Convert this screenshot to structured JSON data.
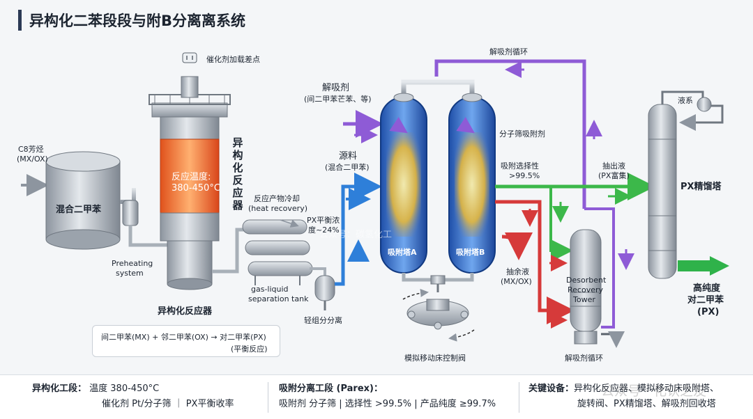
{
  "title": "异构化二苯段段与附B分离离系统",
  "labels": {
    "catalyst_point": "催化剂加载差点",
    "c8_line1": "C8芳烃",
    "c8_line2": "(MX/OX)",
    "mix_tank": "混合二甲苯",
    "preheat_line1": "Preheating",
    "preheat_line2": "system",
    "reactor_temp_line1": "反应温度:",
    "reactor_temp_line2": "380-450°C",
    "reactor_vertical": "异构化反应器",
    "reactor_caption": "异构化反应器",
    "cooling_line1": "反应产物冷却",
    "cooling_line2": "(heat recovery)",
    "px_equil_line1": "PX平衡浓",
    "px_equil_line2": "度~24%",
    "gl_line1": "gas-liquid",
    "gl_line2": "separation tank",
    "light_sep": "轻组分分离",
    "feed_line1": "源料",
    "feed_line2": "(混合二甲苯)",
    "desorbent_line1": "解吸剂",
    "desorbent_line2": "(间二甲苯芒苯、等)",
    "tower_a": "吸附塔A",
    "tower_b": "吸附塔B",
    "sieve": "分子筛吸附剂",
    "selectivity_line1": "吸附选择性",
    "selectivity_line2": ">99.5%",
    "raffinate_line1": "抽余液",
    "raffinate_line2": "(MX/OX)",
    "smb_valve": "模拟移动床控制阀",
    "desorbent_cycle_top": "解吸剂循环",
    "desorbent_cycle_bottom": "解吸剂循环",
    "extract_line1": "抽出液",
    "extract_line2": "(PX富集)",
    "recovery_line1": "Desorbent",
    "recovery_line2": "Recovery",
    "recovery_line3": "Tower",
    "reflux": "液系",
    "px_column": "PX精馏塔",
    "product_line1": "高纯度",
    "product_line2": "对二甲苯",
    "product_line3": "(PX)",
    "eq_line1": "间二甲苯(MX) + 邻二甲苯(OX) → 对二甲苯(PX)",
    "eq_line2": "(平衡反应)",
    "watermark_center": "公众号：碳氢化工"
  },
  "bottom": {
    "iso_head": "异构化工段：",
    "iso_line1": "温度 380-450°C",
    "iso_line2": "催化剂 Pt/分子筛 ｜ PX平衡收率",
    "parex_head": "吸附分离工段 (Parex)：",
    "parex_line2": "吸附剂 分子筛 | 选择性 >99.5% | 产品纯度 ≥99.7%",
    "equip_head": "关键设备：",
    "equip_line1": "异构化反应器、模拟移动床吸附塔、",
    "equip_line2": "旋转阀、PX精馏塔、解吸剂回收塔",
    "watermark": "公众号 · 化认之友"
  },
  "colors": {
    "feed_blue": "#2e7fd9",
    "desorbent_purple": "#8e5bd6",
    "raffinate_red": "#d63a3a",
    "extract_green": "#3cb84a",
    "steel": "#b8bec6",
    "hot_orange": "#f2702a"
  }
}
